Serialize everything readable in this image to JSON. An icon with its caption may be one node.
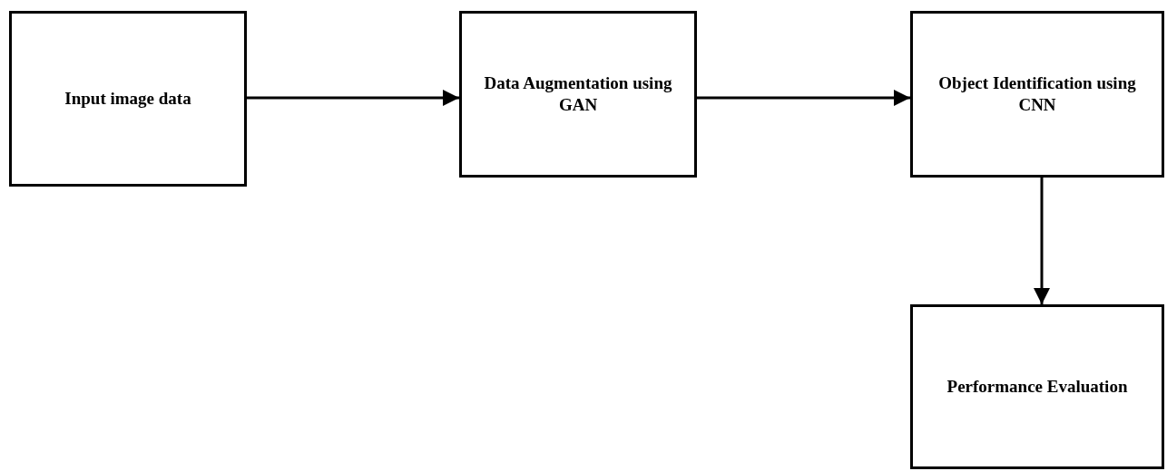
{
  "diagram": {
    "nodes": [
      {
        "text": [
          "Input image data"
        ]
      },
      {
        "text": [
          "Data Augmentation using GAN"
        ]
      },
      {
        "text": [
          "Object Identification using CNN"
        ]
      },
      {
        "text": [
          "Performance Evaluation"
        ]
      }
    ],
    "edges": [
      {
        "from": 0,
        "to": 1,
        "arrow": "to"
      },
      {
        "from": 1,
        "to": 2,
        "arrow": "to"
      },
      {
        "from": 2,
        "to": 3,
        "arrow": "to"
      }
    ]
  }
}
